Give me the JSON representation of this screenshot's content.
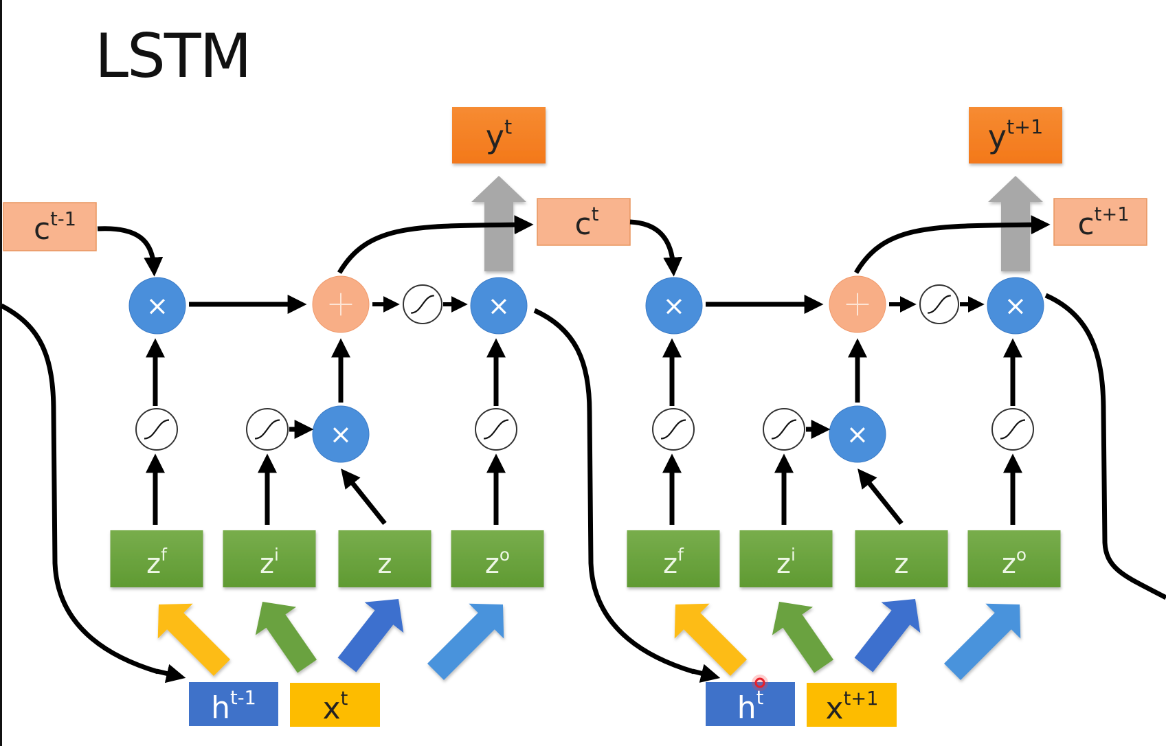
{
  "title": "LSTM",
  "colors": {
    "cell_state_box": "#f9b48e",
    "cell_state_border": "#e8955f",
    "output_box": "#f57f22",
    "gate_box": "#6aa43c",
    "multiply_node": "#4a8fdb",
    "add_node": "#f8ae86",
    "hidden_box": "#3f72c9",
    "input_box": "#fdbc00",
    "output_arrow": "#a8a8a8",
    "arrow_colors": [
      "#fdbc16",
      "#6ba23f",
      "#3e6fce",
      "#4a93dc"
    ]
  },
  "cells": [
    {
      "c_prev": {
        "base": "c",
        "sup": "t-1"
      },
      "c_next": {
        "base": "c",
        "sup": "t"
      },
      "y": {
        "base": "y",
        "sup": "t"
      },
      "h_prev": {
        "base": "h",
        "sup": "t-1"
      },
      "x": {
        "base": "x",
        "sup": "t"
      },
      "gates": [
        {
          "base": "z",
          "sup": "f"
        },
        {
          "base": "z",
          "sup": "i"
        },
        {
          "base": "z",
          "sup": ""
        },
        {
          "base": "z",
          "sup": "o"
        }
      ]
    },
    {
      "c_prev": null,
      "c_next": {
        "base": "c",
        "sup": "t+1"
      },
      "y": {
        "base": "y",
        "sup": "t+1"
      },
      "h_prev": {
        "base": "h",
        "sup": "t"
      },
      "x": {
        "base": "x",
        "sup": "t+1"
      },
      "gates": [
        {
          "base": "z",
          "sup": "f"
        },
        {
          "base": "z",
          "sup": "i"
        },
        {
          "base": "z",
          "sup": ""
        },
        {
          "base": "z",
          "sup": "o"
        }
      ]
    }
  ],
  "symbols": {
    "multiply": "×",
    "add": "+"
  },
  "cursor_indicator": true
}
